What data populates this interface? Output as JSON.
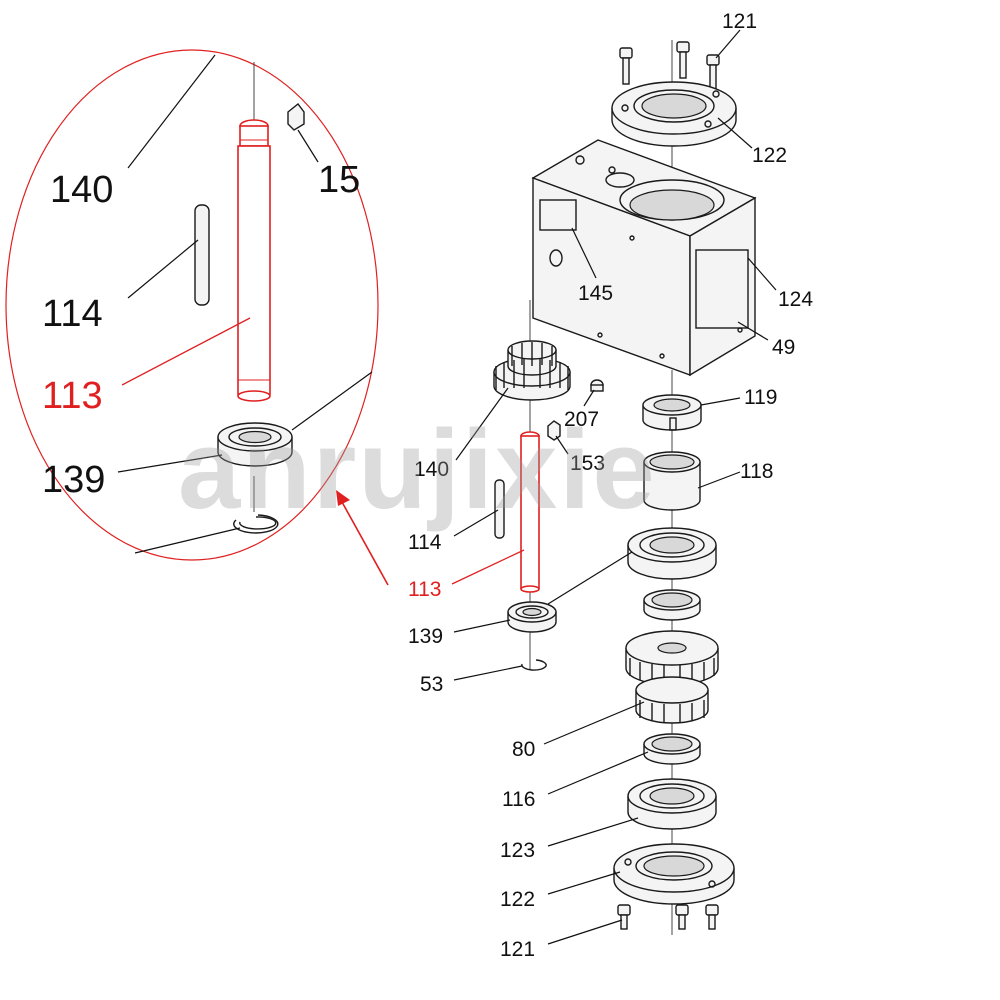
{
  "watermark": "anrujixie",
  "labels": {
    "p121_top": "121",
    "p122_top": "122",
    "p145": "145",
    "p124": "124",
    "p49": "49",
    "p119": "119",
    "p207": "207",
    "p153": "153",
    "p140": "140",
    "p118": "118",
    "p114": "114",
    "p113": "113",
    "p139": "139",
    "p53": "53",
    "p80": "80",
    "p116": "116",
    "p123": "123",
    "p122_bot": "122",
    "p121_bot": "121"
  },
  "zoom": {
    "p140": "140",
    "p153_partial": "15",
    "p114": "114",
    "p113": "113",
    "p139": "139"
  },
  "colors": {
    "highlight": "#e02020",
    "line": "#1a1a1a",
    "watermark": "#9a9a9a"
  }
}
